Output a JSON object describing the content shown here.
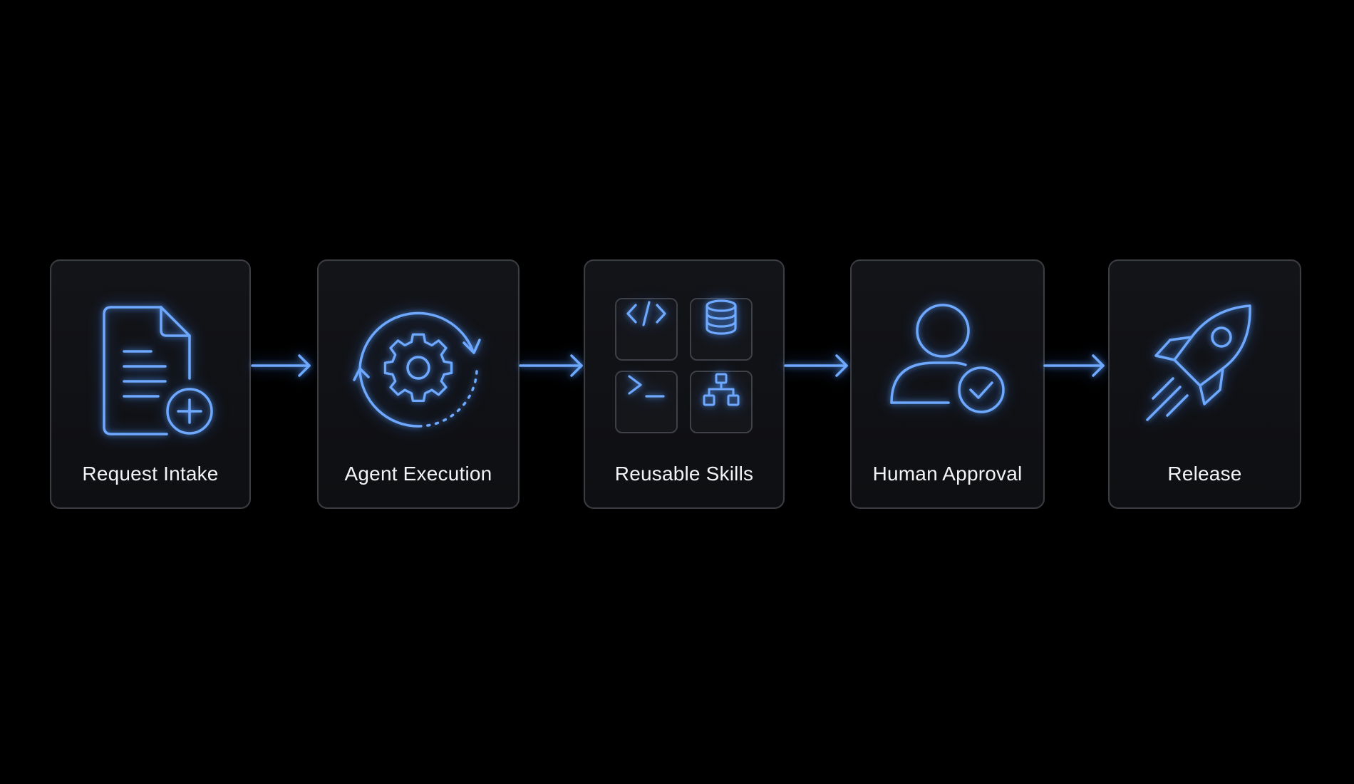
{
  "accent_color": "#6ea8ff",
  "steps": [
    {
      "label": "Request Intake",
      "icon": "document-plus-icon"
    },
    {
      "label": "Agent Execution",
      "icon": "gear-cycle-icon"
    },
    {
      "label": "Reusable Skills",
      "icon": "skills-grid-icon",
      "sub_icons": [
        "code-icon",
        "database-icon",
        "terminal-icon",
        "hierarchy-icon"
      ]
    },
    {
      "label": "Human Approval",
      "icon": "user-check-icon"
    },
    {
      "label": "Release",
      "icon": "rocket-icon"
    }
  ]
}
